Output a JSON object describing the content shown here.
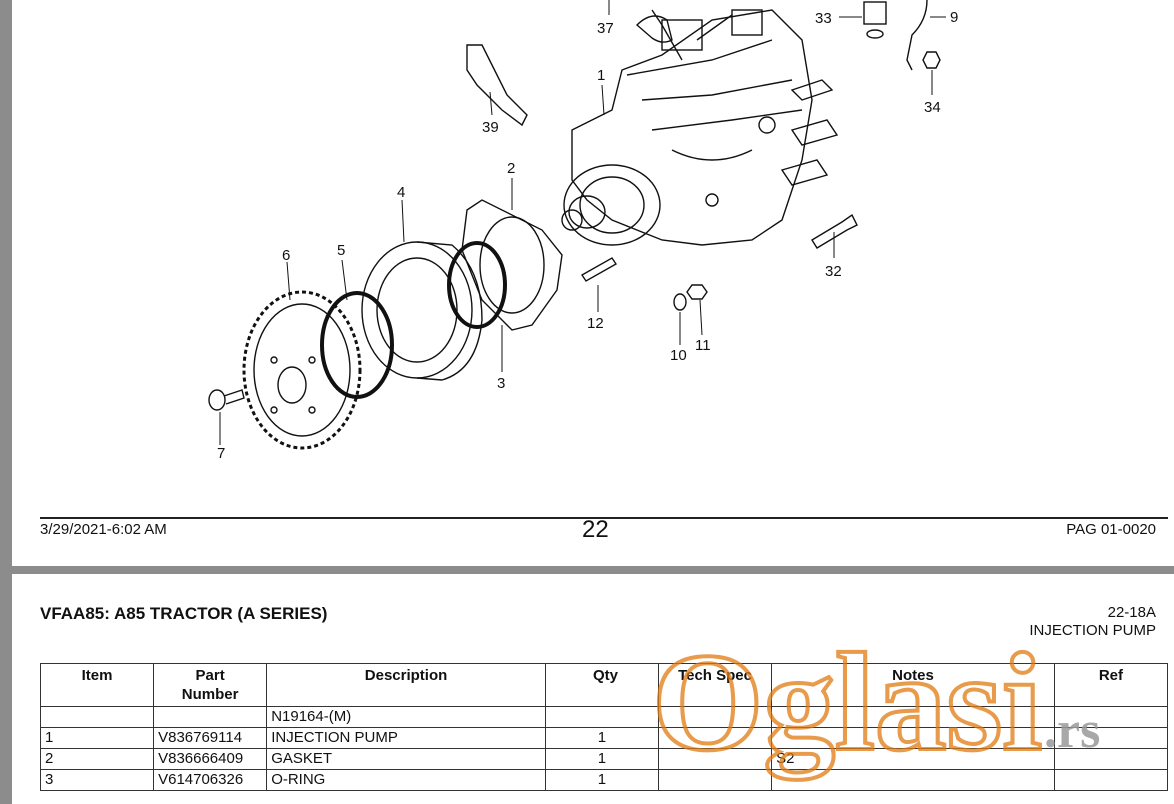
{
  "diagram": {
    "callouts": [
      "1",
      "2",
      "3",
      "4",
      "5",
      "6",
      "7",
      "9",
      "10",
      "11",
      "12",
      "32",
      "33",
      "34",
      "37",
      "39"
    ]
  },
  "footer": {
    "date": "3/29/2021-6:02 AM",
    "page_number": "22",
    "page_code": "PAG 01-0020"
  },
  "catalog": {
    "title": "VFAA85: A85 TRACTOR (A SERIES)",
    "section_code": "22-18A",
    "section_name": "INJECTION PUMP"
  },
  "table": {
    "headers": {
      "item": "Item",
      "part_number_1": "Part",
      "part_number_2": "Number",
      "description": "Description",
      "qty": "Qty",
      "tech_spec": "Tech Spec",
      "notes": "Notes",
      "ref": "Ref"
    },
    "group_note": "N19164-(M)",
    "rows": [
      {
        "item": "1",
        "part_number": "V836769114",
        "description": "INJECTION PUMP",
        "qty": "1",
        "tech_spec": "",
        "notes": "",
        "ref": ""
      },
      {
        "item": "2",
        "part_number": "V836666409",
        "description": "GASKET",
        "qty": "1",
        "tech_spec": "",
        "notes": "S2",
        "ref": ""
      },
      {
        "item": "3",
        "part_number": "V614706326",
        "description": "O-RING",
        "qty": "1",
        "tech_spec": "",
        "notes": "",
        "ref": ""
      }
    ]
  },
  "watermark": {
    "brand": "Oglasi",
    "suffix": ".rs",
    "color": "#e07a10"
  }
}
